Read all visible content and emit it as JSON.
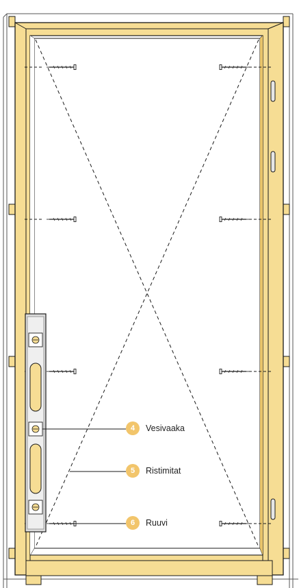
{
  "colors": {
    "wood": "#f6dd94",
    "wood_dark": "#e9c46a",
    "outline": "#1a1a1a",
    "level_body": "#dcdcdc",
    "badge": "#f2c56b"
  },
  "callouts": [
    {
      "number": "4",
      "label": "Vesivaaka"
    },
    {
      "number": "5",
      "label": "Ristimitat"
    },
    {
      "number": "6",
      "label": "Ruuvi"
    }
  ]
}
